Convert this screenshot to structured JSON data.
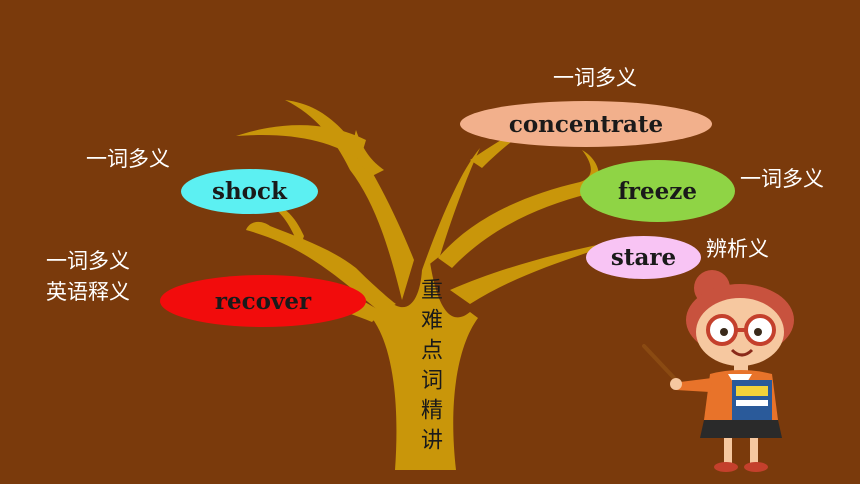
{
  "words": {
    "concentrate": "concentrate",
    "shock": "shock",
    "freeze": "freeze",
    "stare": "stare",
    "recover": "recover"
  },
  "notes": {
    "concentrate": "一词多义",
    "shock": "一词多义",
    "freeze": "一词多义",
    "stare": "辨析义",
    "recover_line1": "一词多义",
    "recover_line2": "英语释义"
  },
  "trunk_label": "重难点词精讲",
  "colors": {
    "background": "#7a3a0c",
    "tree": "#c9960a",
    "concentrate": "#f2b08c",
    "shock": "#5cf0f2",
    "freeze": "#8fd445",
    "stare": "#f8c4f4",
    "recover": "#f20c0c"
  }
}
